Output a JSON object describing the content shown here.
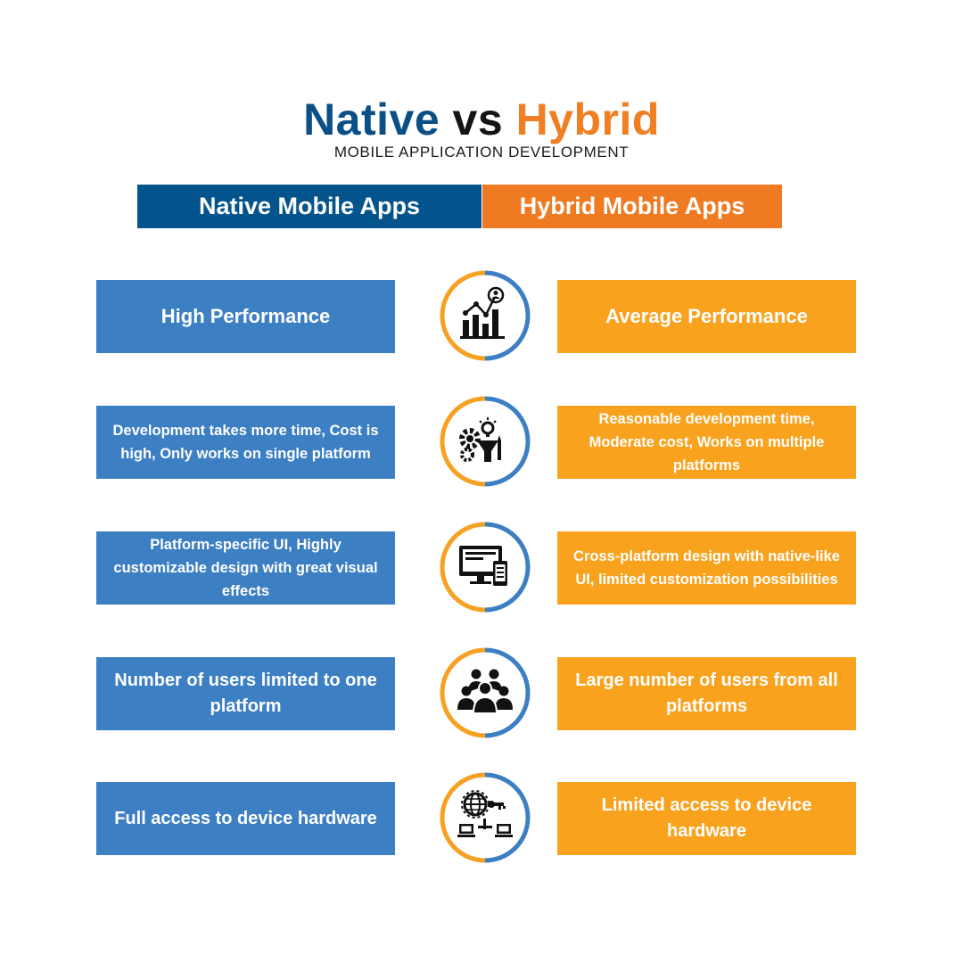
{
  "title": {
    "native": "Native",
    "vs": "vs",
    "hybrid": "Hybrid"
  },
  "subtitle": "MOBILE APPLICATION DEVELOPMENT",
  "headers": {
    "native": "Native Mobile Apps",
    "hybrid": "Hybrid Mobile Apps"
  },
  "colors": {
    "native_dark": "#03548c",
    "native_box": "#3d7fc3",
    "hybrid_header": "#f07a22",
    "hybrid_box": "#f8a21e"
  },
  "rows": [
    {
      "icon": "analytics-chart-icon",
      "native": "High Performance",
      "hybrid": "Average Performance"
    },
    {
      "icon": "gears-ideas-icon",
      "native": "Development takes more time, Cost is high, Only works on single platform",
      "hybrid": "Reasonable development time, Moderate cost, Works on multiple platforms"
    },
    {
      "icon": "devices-icon",
      "native": "Platform-specific UI, Highly customizable design  with great visual effects",
      "hybrid": "Cross-platform design with native-like UI, limited customization possibilities"
    },
    {
      "icon": "user-group-icon",
      "native": "Number of users limited to one platform",
      "hybrid": "Large number of users from all platforms"
    },
    {
      "icon": "network-hardware-icon",
      "native": "Full access to device hardware",
      "hybrid": "Limited access to device hardware"
    }
  ]
}
